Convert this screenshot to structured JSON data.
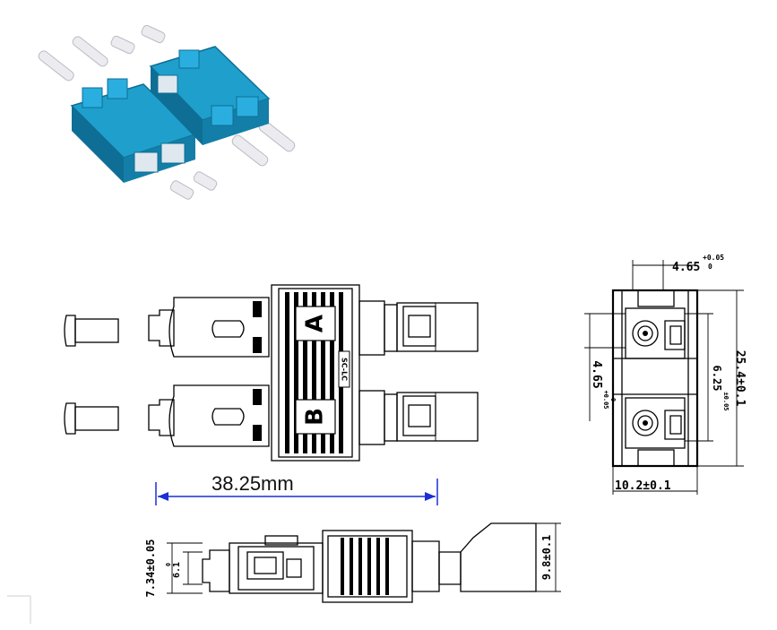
{
  "views": {
    "front": {
      "port_a_label": "A",
      "port_b_label": "B",
      "side_marking": "SC-LC",
      "overall_length": "38.25mm"
    },
    "end": {
      "top_offset": "4.65",
      "top_offset_tol_upper": "+0.05",
      "top_offset_tol_lower": "0",
      "height": "25.4±0.1",
      "pitch": "6.25",
      "pitch_tol": "±0.05",
      "port_offset": "4.65",
      "port_offset_tol_upper": "+0.05",
      "port_offset_tol_lower": "0",
      "width": "10.2±0.1"
    },
    "side": {
      "left_height": "7.34±0.05",
      "left_inner": "6.1",
      "left_inner_tol": "0",
      "right_height": "9.8±0.1"
    }
  },
  "colors": {
    "adapter_body": "#1f9fcc",
    "adapter_dark": "#0f6e95",
    "dimension_line": "#1a2fd6",
    "dust_cap": "#e8e8ec"
  }
}
